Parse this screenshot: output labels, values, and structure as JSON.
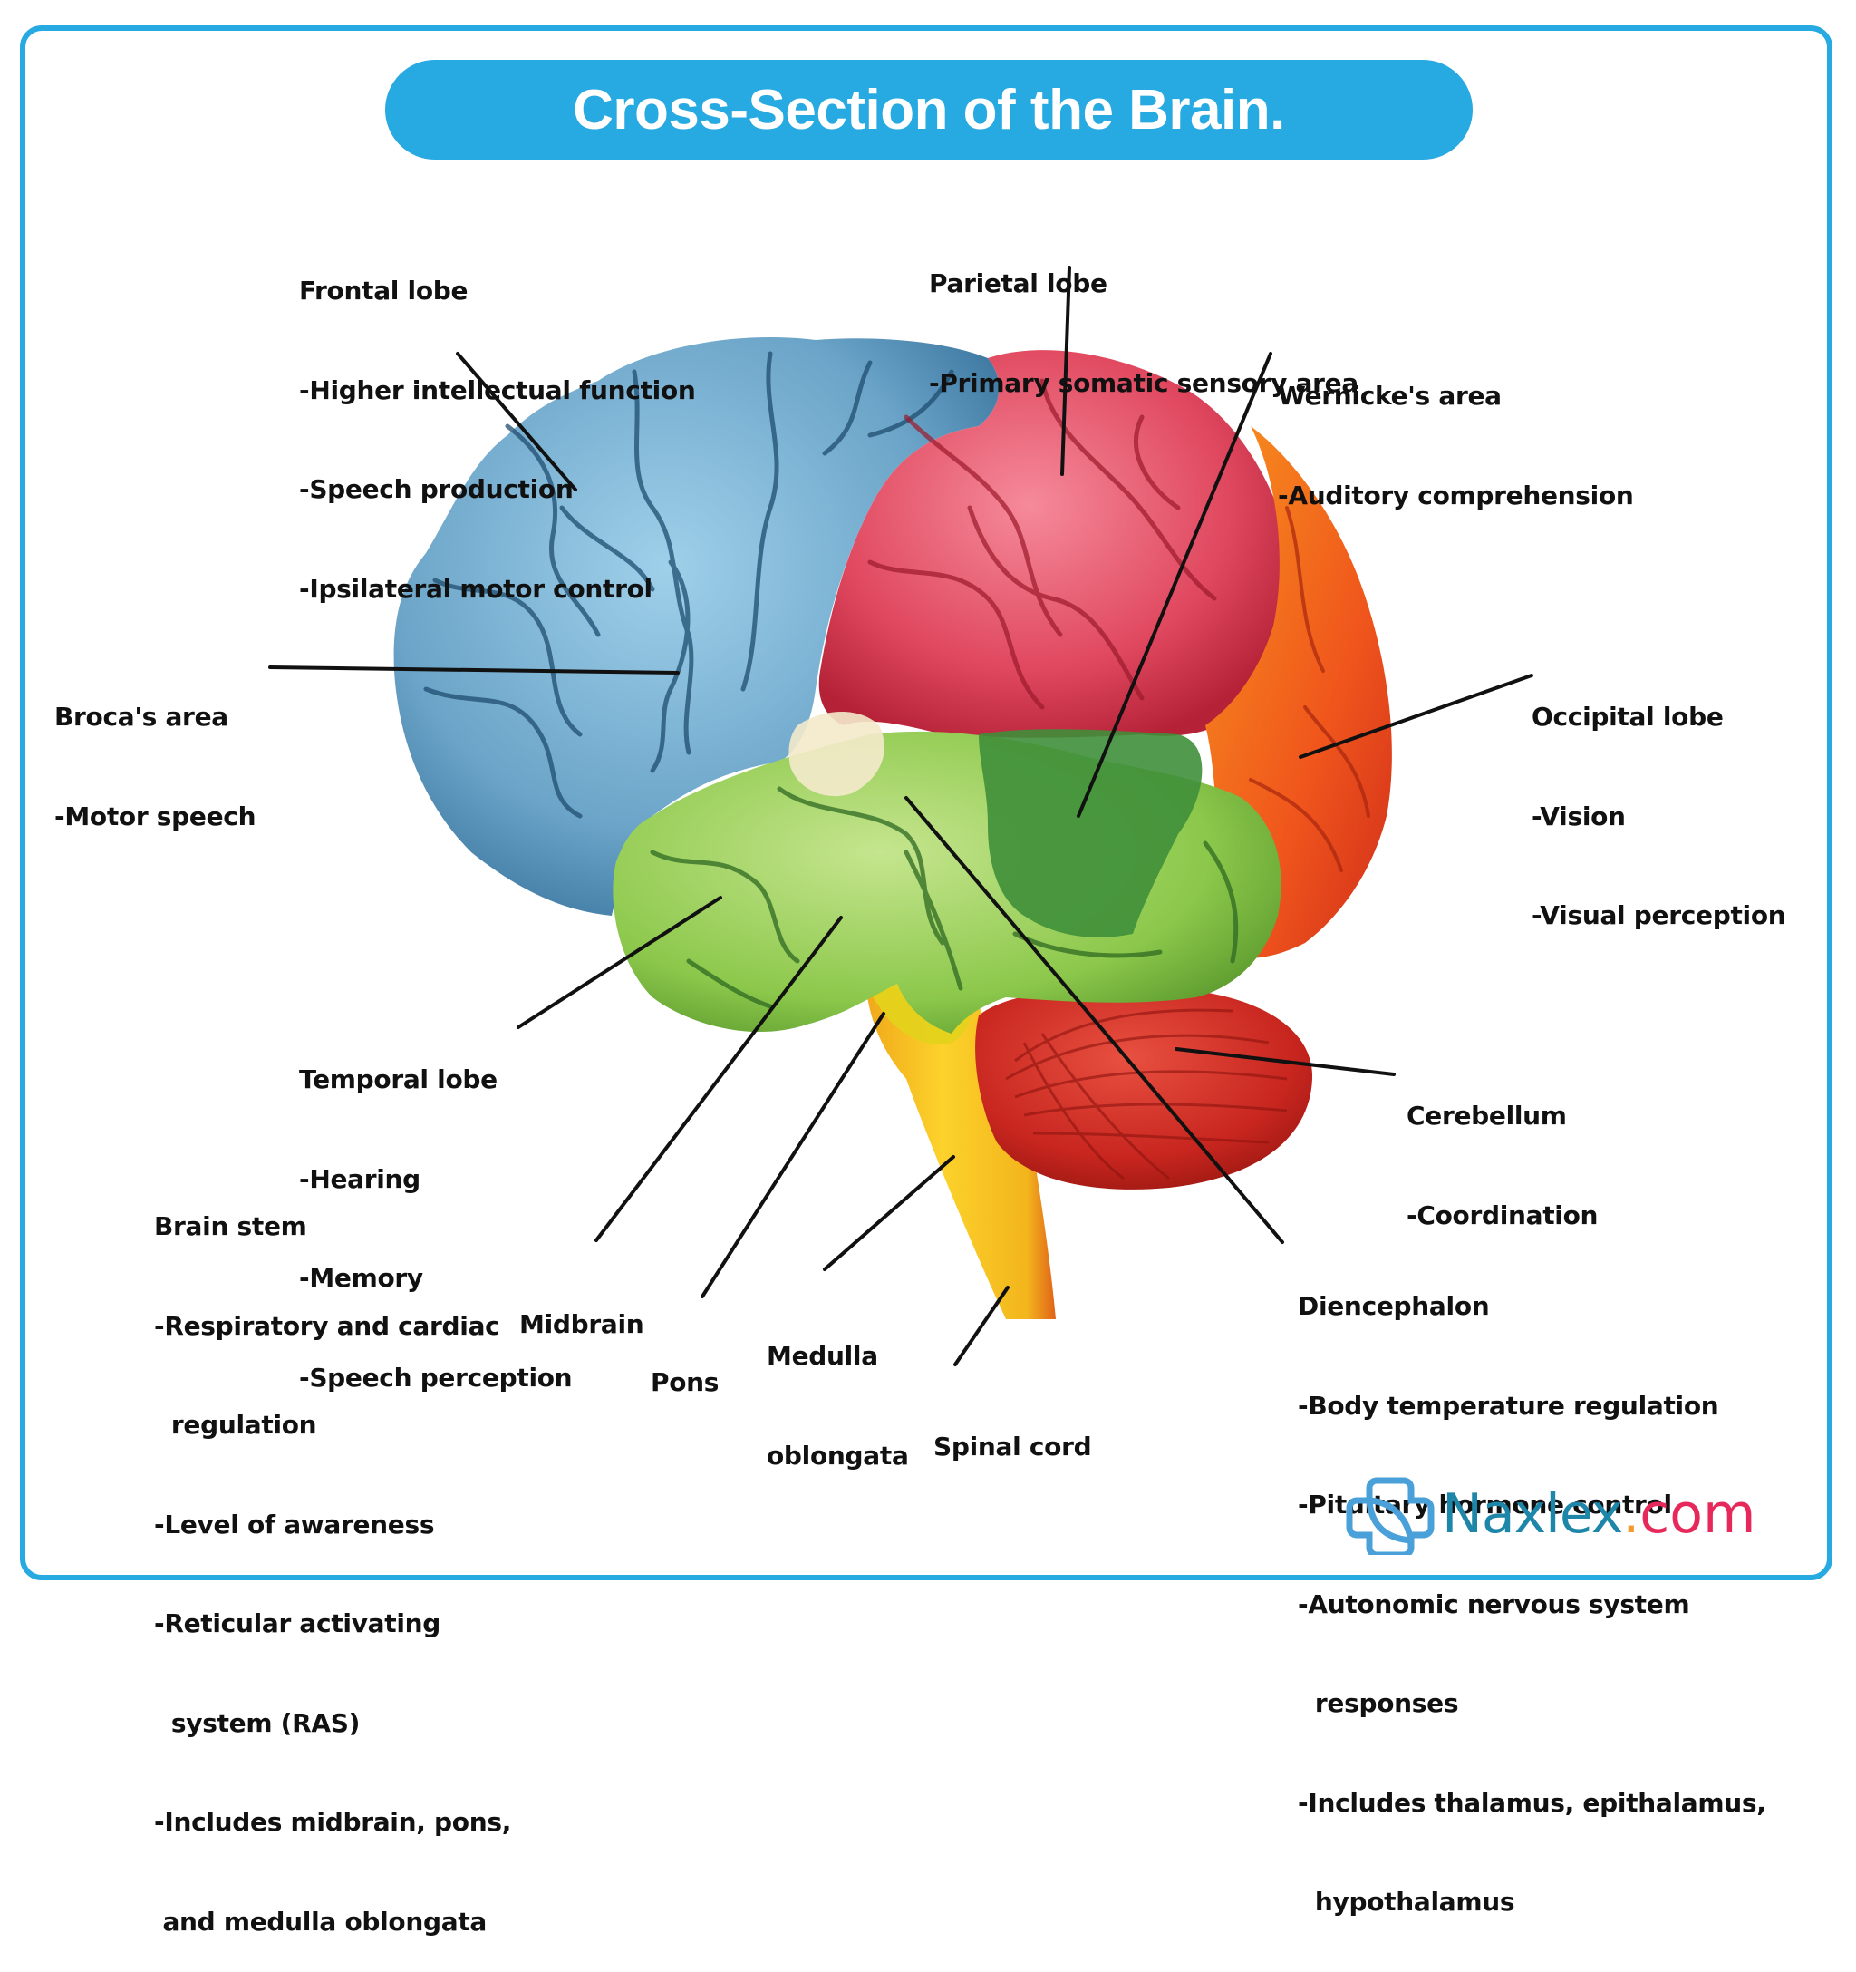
{
  "title": "Cross-Section of the Brain.",
  "colors": {
    "accent": "#27a9e1",
    "frontal": "#6fa8cc",
    "parietal": "#e0405a",
    "occipital": "#f26a1f",
    "temporal": "#8cc84b",
    "diencephalon_green": "#3f8f3a",
    "cerebellum": "#c8261f",
    "brainstem": "#f5c416",
    "logo_text": "#1e86a8",
    "logo_dot": "#f29a2e",
    "logo_tld": "#e6295a"
  },
  "labels": {
    "frontal": {
      "name": "Frontal lobe",
      "items": [
        "-Higher intellectual function",
        "-Speech production",
        "-Ipsilateral motor control"
      ]
    },
    "parietal": {
      "name": "Parietal lobe",
      "items": [
        "-Primary somatic sensory area"
      ]
    },
    "wernicke": {
      "name": "Wernicke's area",
      "items": [
        "-Auditory comprehension"
      ]
    },
    "broca": {
      "name": "Broca's area",
      "items": [
        "-Motor speech"
      ]
    },
    "occipital": {
      "name": "Occipital lobe",
      "items": [
        "-Vision",
        "-Visual perception"
      ]
    },
    "temporal": {
      "name": "Temporal lobe",
      "items": [
        "-Hearing",
        "-Memory",
        "-Speech perception"
      ]
    },
    "cerebellum": {
      "name": "Cerebellum",
      "items": [
        "-Coordination"
      ]
    },
    "brainstem": {
      "name": "Brain stem",
      "items": [
        "-Respiratory and cardiac",
        "  regulation",
        "-Level of awareness",
        "-Reticular activating",
        "  system (RAS)",
        "-Includes midbrain, pons,",
        " and medulla oblongata"
      ]
    },
    "midbrain": {
      "name": "Midbrain"
    },
    "pons": {
      "name": "Pons"
    },
    "medulla": {
      "name": "Medulla",
      "items": [
        "oblongata"
      ]
    },
    "spinal": {
      "name": "Spinal cord"
    },
    "diencephalon": {
      "name": "Diencephalon",
      "items": [
        "-Body temperature regulation",
        "-Pituitary hormone control",
        "-Autonomic nervous system",
        "  responses",
        "-Includes thalamus, epithalamus,",
        "  hypothalamus"
      ]
    }
  },
  "logo": {
    "brand": "Naxlex",
    "dot": ".",
    "tld": "com",
    "icon": "medical-cross-leaf-icon"
  }
}
